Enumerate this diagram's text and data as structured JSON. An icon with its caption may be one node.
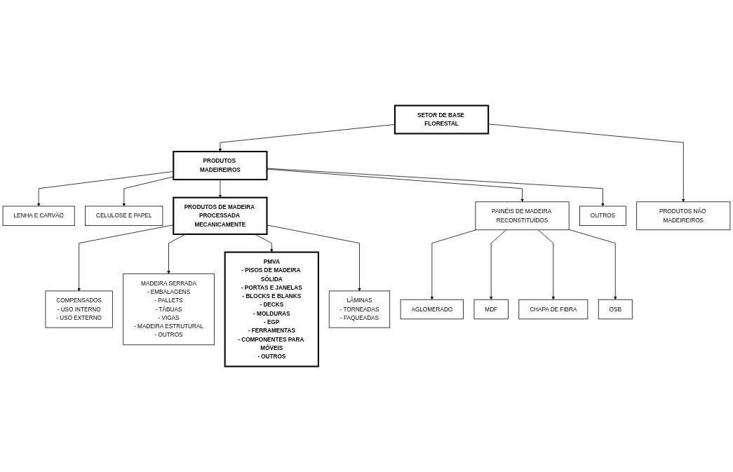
{
  "diagram": {
    "nodes": [
      {
        "text": [
          "SETOR DE BASE FLORESTAL"
        ]
      },
      {
        "text": [
          "PRODUTOS NÃO MADEIREIROS"
        ]
      },
      {
        "text": [
          "PRODUTOS MADEIREIROS"
        ]
      },
      {
        "text": [
          "LENHA E CARVÃO"
        ]
      },
      {
        "text": [
          "CELULOSE E PAPEL"
        ]
      },
      {
        "text": [
          "PRODUTOS DE MADEIRA PROCESSADA MECANICAMENTE"
        ]
      },
      {
        "text": [
          "PAINÉIS DE MADEIRA RECONSTITUÍDOS"
        ]
      },
      {
        "text": [
          "OUTROS"
        ]
      },
      {
        "text": [
          "COMPENSADOS",
          "- USO INTERNO",
          "- USO EXTERNO"
        ]
      },
      {
        "text": [
          "MADEIRA SERRADA",
          "- EMBALAGENS",
          "- PALLETS",
          "- TÁBUAS",
          "- VIGAS",
          "- MADEIRA ESTRUTURAL",
          "- OUTROS"
        ]
      },
      {
        "text": [
          "PMVA",
          "- PISOS DE MADEIRA SÓLIDA",
          "- PORTAS E JANELAS",
          "- BLOCKS E BLANKS",
          "- DECKS",
          "- MOLDURAS",
          "- EGP",
          "- FERRAMENTAS",
          "- COMPONENTES PARA MÓVEIS",
          "- OUTROS"
        ]
      },
      {
        "text": [
          "LÂMINAS",
          "- TORNEADAS",
          "- FAQUEADAS"
        ]
      },
      {
        "text": [
          "AGLOMERADO"
        ]
      },
      {
        "text": [
          "MDF"
        ]
      },
      {
        "text": [
          "CHAPA DE FIBRA"
        ]
      },
      {
        "text": [
          "OSB"
        ]
      }
    ],
    "edges": [
      {
        "from": 0,
        "to": 1,
        "arrow": "to"
      },
      {
        "from": 0,
        "to": 2,
        "arrow": "to"
      },
      {
        "from": 2,
        "to": 3,
        "arrow": "to"
      },
      {
        "from": 2,
        "to": 4,
        "arrow": "to"
      },
      {
        "from": 2,
        "to": 5,
        "arrow": "to"
      },
      {
        "from": 2,
        "to": 6,
        "arrow": "to"
      },
      {
        "from": 2,
        "to": 7,
        "arrow": "to"
      },
      {
        "from": 5,
        "to": 8,
        "arrow": "to"
      },
      {
        "from": 5,
        "to": 9,
        "arrow": "to"
      },
      {
        "from": 5,
        "to": 10,
        "arrow": "to"
      },
      {
        "from": 5,
        "to": 11,
        "arrow": "to"
      },
      {
        "from": 6,
        "to": 12,
        "arrow": "to"
      },
      {
        "from": 6,
        "to": 13,
        "arrow": "to"
      },
      {
        "from": 6,
        "to": 14,
        "arrow": "to"
      },
      {
        "from": 6,
        "to": 15,
        "arrow": "to"
      }
    ]
  }
}
